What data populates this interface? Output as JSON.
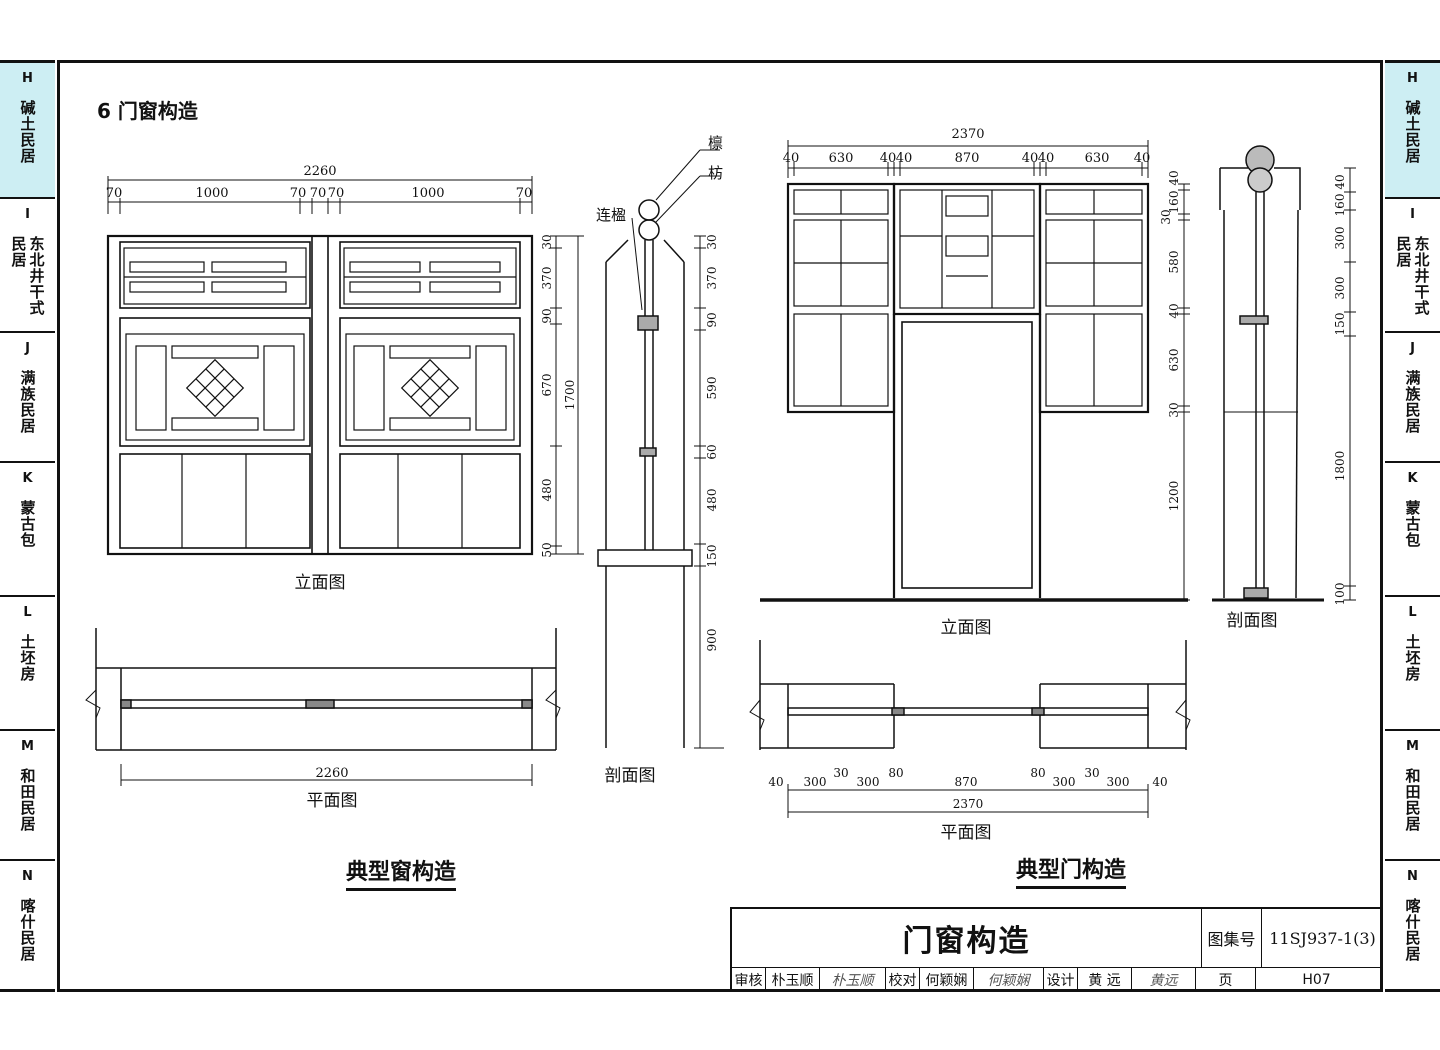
{
  "section_heading": "6  门窗构造",
  "left_tabs": [
    {
      "code": "H",
      "label": "碱土民居",
      "active": true
    },
    {
      "code": "I",
      "label": "东北井干式民居",
      "active": false
    },
    {
      "code": "J",
      "label": "满族民居",
      "active": false
    },
    {
      "code": "K",
      "label": "蒙古包",
      "active": false
    },
    {
      "code": "L",
      "label": "土坯房",
      "active": false
    },
    {
      "code": "M",
      "label": "和田民居",
      "active": false
    },
    {
      "code": "N",
      "label": "喀什民居",
      "active": false
    }
  ],
  "window": {
    "caption": "典型窗构造",
    "elevation_label": "立面图",
    "plan_label": "平面图",
    "section_label": "剖面图",
    "total_width": "2260",
    "top_dims": [
      "70",
      "1000",
      "70",
      "70",
      "70",
      "1000",
      "70"
    ],
    "height_total": "1700",
    "height_dims": [
      "30",
      "370",
      "90",
      "670",
      "480",
      "50"
    ],
    "plan_width": "2260",
    "section_dims": [
      "30",
      "370",
      "90",
      "590",
      "60",
      "480",
      "150",
      "900"
    ],
    "section_labels": {
      "purlin": "檩",
      "beam": "枋",
      "lintel": "连楹"
    }
  },
  "door": {
    "caption": "典型门构造",
    "elevation_label": "立面图",
    "plan_label": "平面图",
    "section_label": "剖面图",
    "total_width": "2370",
    "top_dims": [
      "40",
      "630",
      "40",
      "40",
      "870",
      "40",
      "40",
      "630",
      "40"
    ],
    "height_dims": [
      "40",
      "160",
      "30",
      "580",
      "40",
      "630",
      "30",
      "1200"
    ],
    "plan_dims": [
      "40",
      "300",
      "30",
      "300",
      "80",
      "870",
      "80",
      "300",
      "30",
      "300",
      "40"
    ],
    "plan_total": "2370",
    "section_dims": [
      "40",
      "160",
      "300",
      "300",
      "150",
      "1800",
      "100"
    ]
  },
  "title_block": {
    "title": "门窗构造",
    "atlas_label": "图集号",
    "atlas_no": "11SJ937-1(3)",
    "review_label": "审核",
    "reviewer": "朴玉顺",
    "reviewer_sig": "朴玉顺",
    "check_label": "校对",
    "checker": "何颖娴",
    "checker_sig": "何颖娴",
    "design_label": "设计",
    "designer": "黄 远",
    "designer_sig": "黄远",
    "page_label": "页",
    "page_no": "H07"
  },
  "right_tabs": [
    {
      "code": "H",
      "label": "碱土民居",
      "active": true
    },
    {
      "code": "I",
      "label": "东北井干式民居",
      "active": false
    },
    {
      "code": "J",
      "label": "满族民居",
      "active": false
    },
    {
      "code": "K",
      "label": "蒙古包",
      "active": false
    },
    {
      "code": "L",
      "label": "土坯房",
      "active": false
    },
    {
      "code": "M",
      "label": "和田民居",
      "active": false
    },
    {
      "code": "N",
      "label": "喀什民居",
      "active": false
    }
  ]
}
